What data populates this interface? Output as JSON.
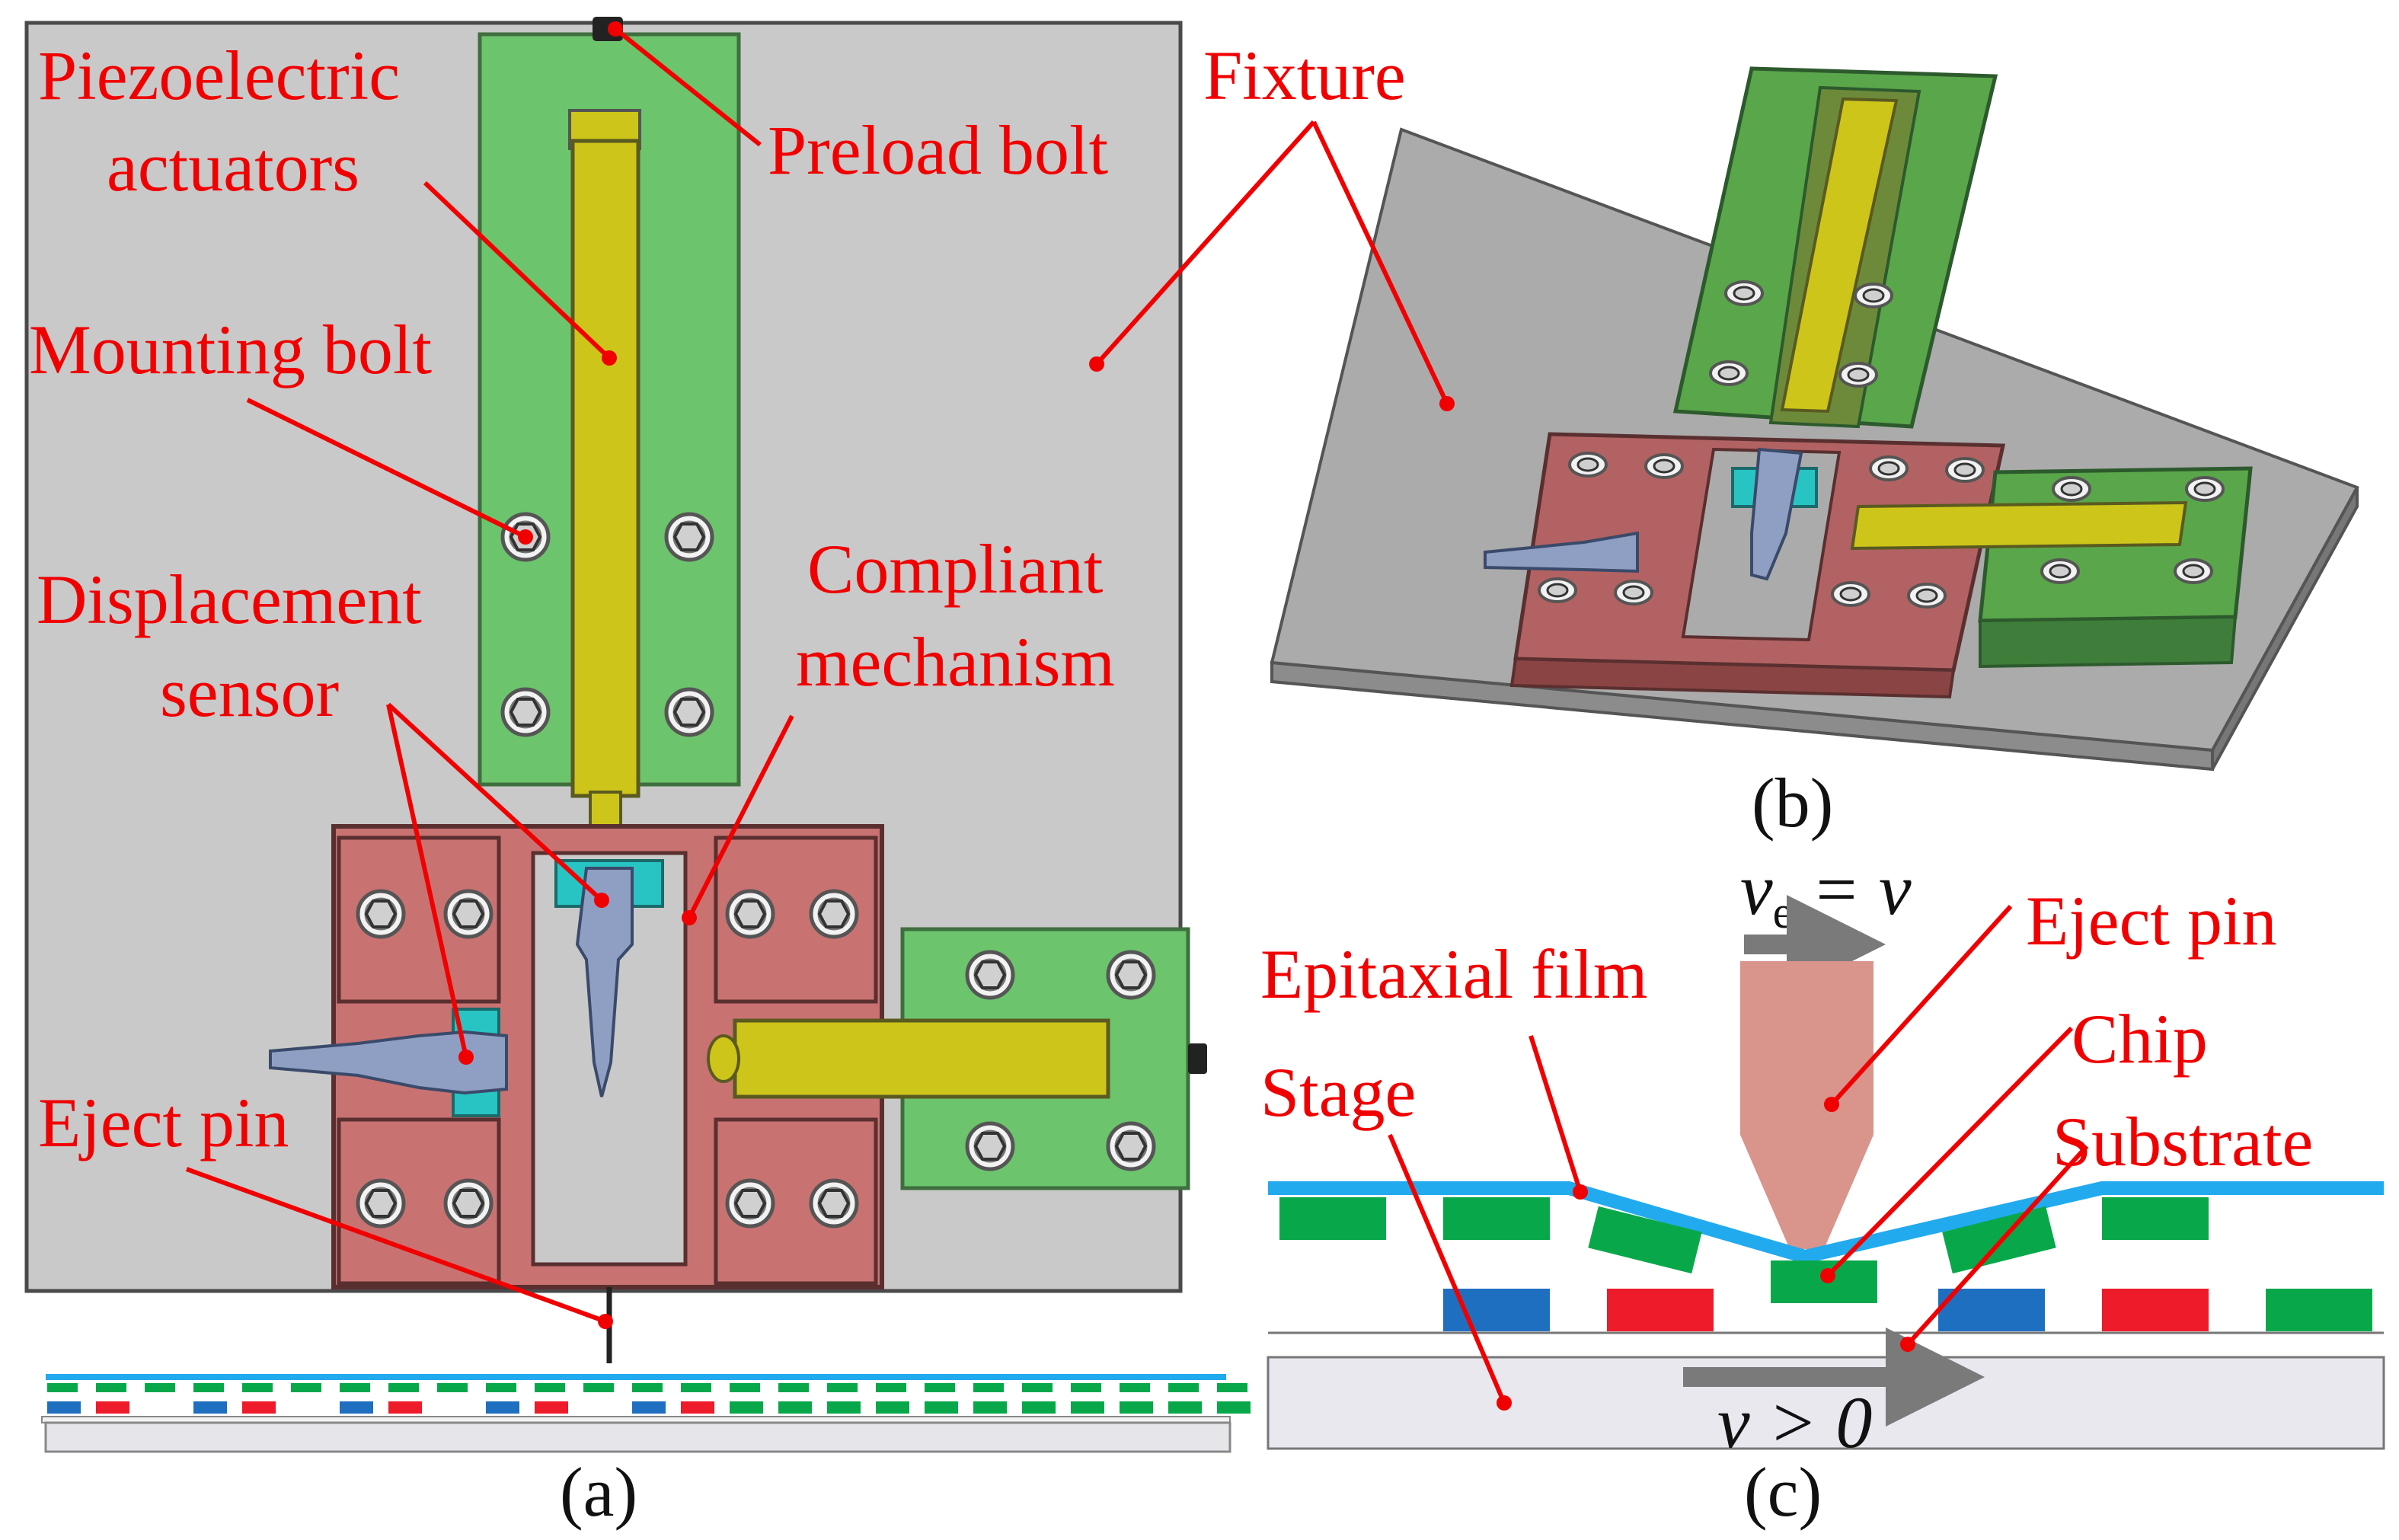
{
  "panel_a": {
    "caption": "(a)",
    "labels": {
      "piezo_line1": "Piezoelectric",
      "piezo_line2": "actuators",
      "preload_bolt": "Preload bolt",
      "mounting_bolt": "Mounting bolt",
      "displacement_line1": "Displacement",
      "displacement_line2": "sensor",
      "compliant_line1": "Compliant",
      "compliant_line2": "mechanism",
      "eject_pin": "Eject pin"
    }
  },
  "panel_b": {
    "caption": "(b)",
    "labels": {
      "fixture": "Fixture"
    }
  },
  "panel_c": {
    "caption": "(c)",
    "labels": {
      "eject_pin": "Eject pin",
      "epitaxial_film": "Epitaxial film",
      "chip": "Chip",
      "stage": "Stage",
      "substrate": "Substrate",
      "ve_symbol": "v",
      "ve_subscript": "e",
      "ve_rest": " = v",
      "v_condition": "v > 0"
    }
  },
  "colors": {
    "annotation_red": "#f00000",
    "fixture_gray": "#c9c9c9",
    "holder_green": "#6cc46c",
    "actuator_yellow": "#cdc51a",
    "mechanism_red": "#c97272",
    "sensor_blue": "#8f9fc4",
    "film_blue": "#22aaee",
    "chip_green": "#08a84a",
    "chip_blue": "#1f6fc0",
    "chip_red": "#ee1b2b",
    "pin_pink": "#d9948c",
    "arrow_gray": "#7a7a7a"
  }
}
